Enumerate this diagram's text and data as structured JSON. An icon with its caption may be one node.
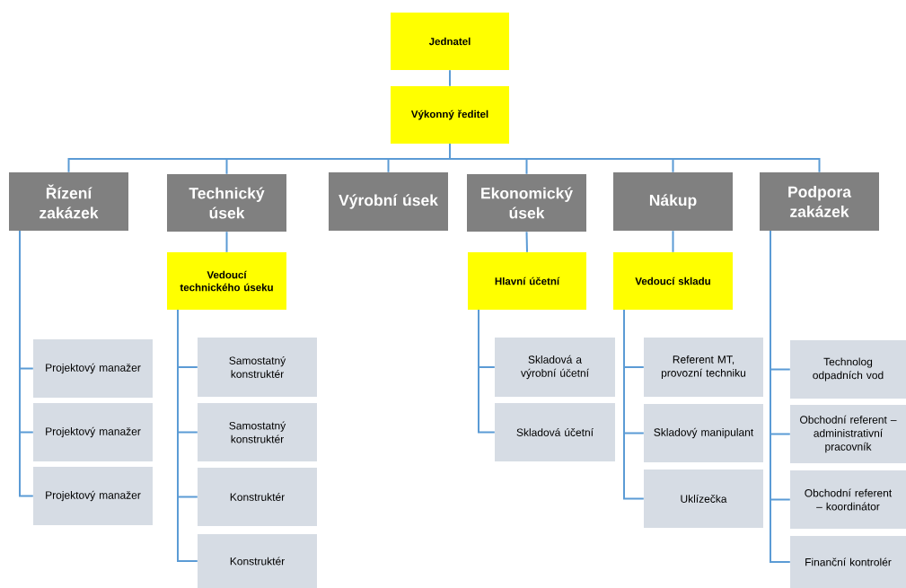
{
  "diagram": {
    "nodes": [
      {
        "text": [
          "Jednatel"
        ]
      },
      {
        "text": [
          "Výkonný ředitel"
        ]
      },
      {
        "text": [
          "Řízení zakázek"
        ]
      },
      {
        "text": [
          "Technický úsek"
        ]
      },
      {
        "text": [
          "Výrobní úsek"
        ]
      },
      {
        "text": [
          "Ekonomický úsek"
        ]
      },
      {
        "text": [
          "Nákup"
        ]
      },
      {
        "text": [
          "Podpora zakázek"
        ]
      },
      {
        "text": [
          "Vedoucí technického úseku"
        ]
      },
      {
        "text": [
          "Hlavní účetní"
        ]
      },
      {
        "text": [
          "Vedoucí skladu"
        ]
      },
      {
        "text": [
          "Projektový manažer"
        ]
      },
      {
        "text": [
          "Projektový manažer"
        ]
      },
      {
        "text": [
          "Projektový manažer"
        ]
      },
      {
        "text": [
          "Samostatný konstruktér"
        ]
      },
      {
        "text": [
          "Samostatný konstruktér"
        ]
      },
      {
        "text": [
          "Konstruktér"
        ]
      },
      {
        "text": [
          "Konstruktér"
        ]
      },
      {
        "text": [
          "Skladová a výrobní účetní"
        ]
      },
      {
        "text": [
          "Skladová účetní"
        ]
      },
      {
        "text": [
          "Referent MT, provozní techniku"
        ]
      },
      {
        "text": [
          "Skladový manipulant"
        ]
      },
      {
        "text": [
          "Uklízečka"
        ]
      },
      {
        "text": [
          "Technolog odpadních vod"
        ]
      },
      {
        "text": [
          "Obchodní referent – administrativní pracovník"
        ]
      },
      {
        "text": [
          "Obchodní referent – koordinátor"
        ]
      },
      {
        "text": [
          "Finanční kontrolér"
        ]
      }
    ],
    "edges": [
      {
        "from": 0,
        "to": 1,
        "arrow": "none"
      },
      {
        "from": 1,
        "to": 2,
        "arrow": "none"
      },
      {
        "from": 1,
        "to": 3,
        "arrow": "none"
      },
      {
        "from": 1,
        "to": 4,
        "arrow": "none"
      },
      {
        "from": 1,
        "to": 5,
        "arrow": "none"
      },
      {
        "from": 1,
        "to": 6,
        "arrow": "none"
      },
      {
        "from": 1,
        "to": 7,
        "arrow": "none"
      },
      {
        "from": 3,
        "to": 8,
        "arrow": "none"
      },
      {
        "from": 5,
        "to": 9,
        "arrow": "none"
      },
      {
        "from": 6,
        "to": 10,
        "arrow": "none"
      },
      {
        "from": 2,
        "to": 11,
        "arrow": "none"
      },
      {
        "from": 2,
        "to": 12,
        "arrow": "none"
      },
      {
        "from": 2,
        "to": 13,
        "arrow": "none"
      },
      {
        "from": 8,
        "to": 14,
        "arrow": "none"
      },
      {
        "from": 8,
        "to": 15,
        "arrow": "none"
      },
      {
        "from": 8,
        "to": 16,
        "arrow": "none"
      },
      {
        "from": 8,
        "to": 17,
        "arrow": "none"
      },
      {
        "from": 9,
        "to": 18,
        "arrow": "none"
      },
      {
        "from": 9,
        "to": 19,
        "arrow": "none"
      },
      {
        "from": 10,
        "to": 20,
        "arrow": "none"
      },
      {
        "from": 10,
        "to": 21,
        "arrow": "none"
      },
      {
        "from": 10,
        "to": 22,
        "arrow": "none"
      },
      {
        "from": 7,
        "to": 23,
        "arrow": "none"
      },
      {
        "from": 7,
        "to": 24,
        "arrow": "none"
      },
      {
        "from": 7,
        "to": 25,
        "arrow": "none"
      },
      {
        "from": 7,
        "to": 26,
        "arrow": "none"
      }
    ]
  }
}
